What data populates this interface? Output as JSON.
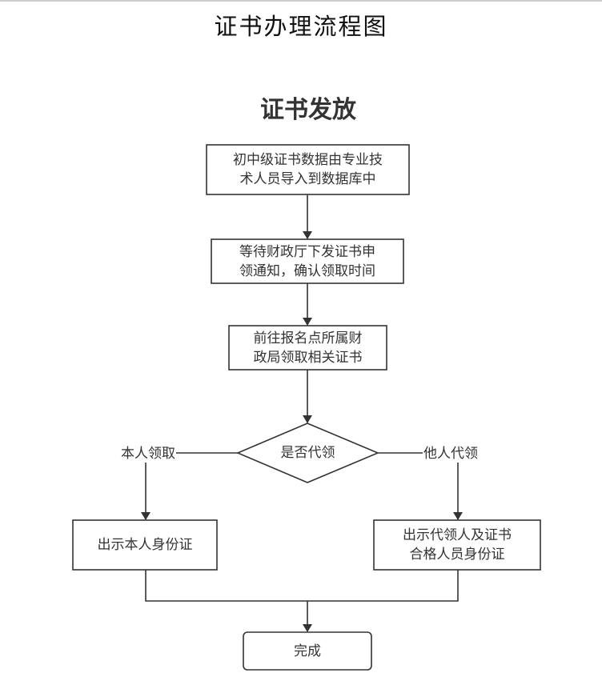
{
  "page_title": "证书办理流程图",
  "section_title": "证书发放",
  "colors": {
    "stroke": "#333333",
    "text": "#333333",
    "background": "#ffffff"
  },
  "nodes": {
    "import": {
      "shape": "rect",
      "label": "初中级证书数据由专业技\n术人员导入到数据库中"
    },
    "wait": {
      "shape": "rect",
      "label": "等待财政厅下发证书申\n领通知，确认领取时间"
    },
    "goto": {
      "shape": "rect",
      "label": "前往报名点所属财\n政局领取相关证书"
    },
    "decision": {
      "shape": "diamond",
      "label": "是否代领"
    },
    "self_id": {
      "shape": "rect",
      "label": "出示本人身份证"
    },
    "proxy_id": {
      "shape": "rect",
      "label": "出示代领人及证书\n合格人员身份证"
    },
    "done": {
      "shape": "rounded-rect",
      "label": "完成"
    }
  },
  "edges": [
    {
      "from": "import",
      "to": "wait",
      "label": ""
    },
    {
      "from": "wait",
      "to": "goto",
      "label": ""
    },
    {
      "from": "goto",
      "to": "decision",
      "label": ""
    },
    {
      "from": "decision",
      "to": "self_id",
      "label": "本人领取"
    },
    {
      "from": "decision",
      "to": "proxy_id",
      "label": "他人代领"
    },
    {
      "from": "self_id",
      "to": "done",
      "label": ""
    },
    {
      "from": "proxy_id",
      "to": "done",
      "label": ""
    }
  ]
}
